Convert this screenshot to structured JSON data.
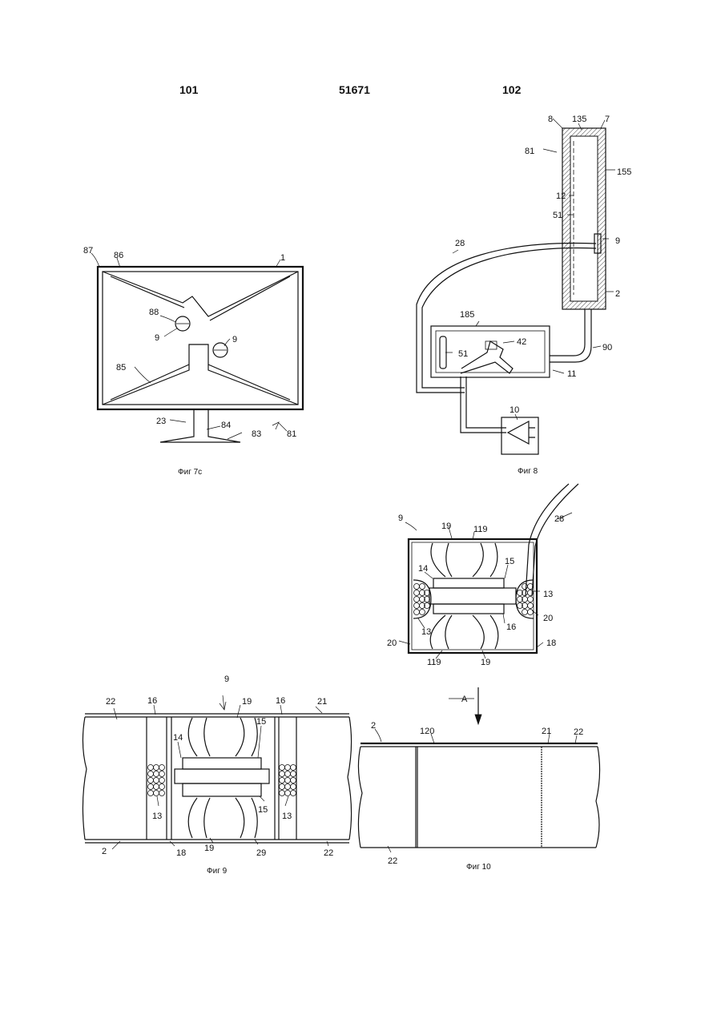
{
  "header": {
    "left": "101",
    "center": "51671",
    "right": "102"
  },
  "figures": {
    "fig7c": {
      "caption": "Фиг 7c",
      "labels": {
        "l87": "87",
        "l86": "86",
        "l1": "1",
        "l88": "88",
        "l9a": "9",
        "l9b": "9",
        "l85": "85",
        "l23": "23",
        "l84": "84",
        "l83": "83",
        "l81": "81"
      }
    },
    "fig8": {
      "caption": "Фиг 8",
      "labels": {
        "l8": "8",
        "l135": "135",
        "l7": "7",
        "l81": "81",
        "l155": "155",
        "l12": "12",
        "l51a": "51",
        "l28": "28",
        "l9": "9",
        "l2": "2",
        "l185": "185",
        "l51b": "51",
        "l42": "42",
        "l90": "90",
        "l11": "11",
        "l10": "10"
      }
    },
    "fig_detail": {
      "labels": {
        "l9": "9",
        "l19a": "19",
        "l119a": "119",
        "l28": "28",
        "l14": "14",
        "l15": "15",
        "l13a": "13",
        "l13b": "13",
        "l16": "16",
        "l20a": "20",
        "l20b": "20",
        "l18": "18",
        "l119b": "119",
        "l19b": "19"
      }
    },
    "fig9": {
      "caption": "Фиг 9",
      "labels": {
        "l22a": "22",
        "l16a": "16",
        "l9": "9",
        "l19a": "19",
        "l16b": "16",
        "l21": "21",
        "l14": "14",
        "l15a": "15",
        "l13a": "13",
        "l15b": "15",
        "l13b": "13",
        "l2": "2",
        "l18": "18",
        "l19b": "19",
        "l29": "29",
        "l22b": "22"
      }
    },
    "fig10": {
      "caption": "Фиг 10",
      "labels": {
        "lA": "A",
        "l2": "2",
        "l120": "120",
        "l21": "21",
        "l22a": "22",
        "l22b": "22"
      }
    }
  }
}
